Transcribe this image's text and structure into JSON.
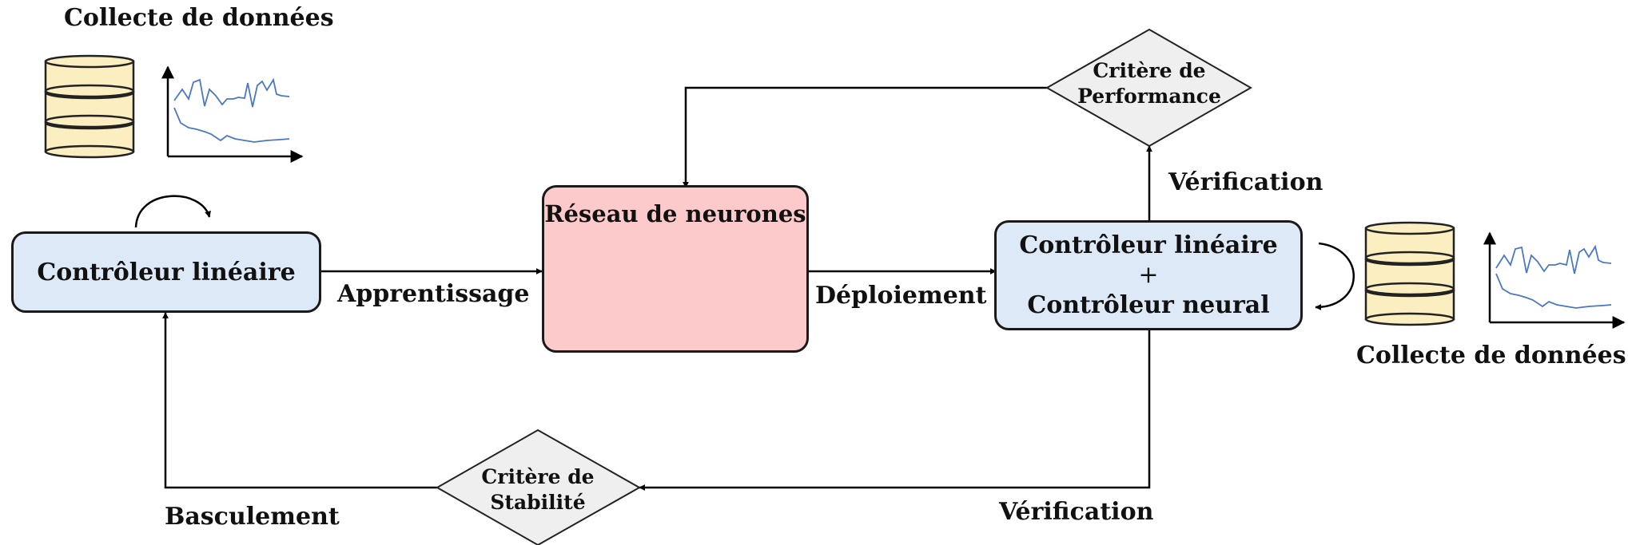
{
  "top_left": {
    "title": "Collecte de données"
  },
  "bottom_right": {
    "title": "Collecte de données"
  },
  "linear_controller": {
    "label": "Contrôleur linéaire"
  },
  "neural_network": {
    "title": "Réseau de neurones"
  },
  "combined_controller": {
    "line1": "Contrôleur linéaire",
    "line2": "+",
    "line3": "Contrôleur neural"
  },
  "performance_criterion": {
    "line1": "Critère de",
    "line2": "Performance"
  },
  "stability_criterion": {
    "line1": "Critère de",
    "line2": "Stabilité"
  },
  "edges": {
    "learning": "Apprentissage",
    "deployment": "Déploiement",
    "verification_top": "Vérification",
    "verification_bottom": "Vérification",
    "switching": "Basculement"
  },
  "colors": {
    "controller_fill": "#dde9f6",
    "network_fill": "#fccacb",
    "diamond_fill": "#efefef",
    "database_fill": "#fbeec0",
    "plot_line": "#4a78c2",
    "input_neuron": "#5a9e3c",
    "hidden_neuron": "#4f7fd0",
    "output_neuron": "#d8282e"
  }
}
